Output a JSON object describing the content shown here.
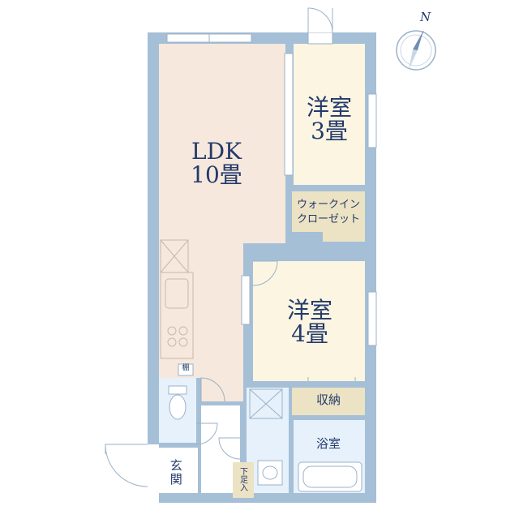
{
  "compass": {
    "label": "N"
  },
  "rooms": {
    "ldk": {
      "name": "LDK",
      "size": "10畳"
    },
    "western_3": {
      "name": "洋室",
      "size": "3畳"
    },
    "walkin_closet": {
      "line1": "ウォークイン",
      "line2": "クローゼット"
    },
    "western_4": {
      "name": "洋室",
      "size": "4畳"
    },
    "storage": {
      "name": "収納"
    },
    "bath": {
      "name": "浴室"
    },
    "entrance": {
      "name": "玄関"
    },
    "shoe_box": {
      "name": "下足入"
    },
    "shelf": {
      "name": "棚"
    }
  },
  "colors": {
    "wall": "#a5bfd6",
    "ldk_floor": "#f6e8dc",
    "room_floor": "#fbf5e2",
    "closet_floor": "#ece2c4",
    "wet_floor": "#e6f1fb",
    "text": "#233a6b"
  }
}
